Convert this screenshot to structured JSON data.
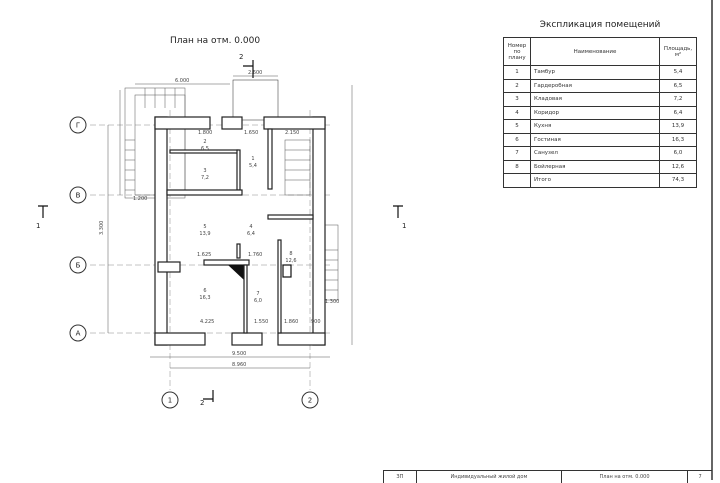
{
  "plan_title": "План на отм. 0.000",
  "section_mark": "2",
  "section_marks": [
    "1",
    "1",
    "2",
    "2"
  ],
  "axes": {
    "rows": [
      "Г",
      "В",
      "Б",
      "А"
    ],
    "cols": [
      "1",
      "2"
    ]
  },
  "dimensions": [
    "6.000",
    "2.600",
    "1.800",
    "1.650",
    "2.150",
    "1.200",
    "1.625",
    "1.760",
    "4.225",
    "1.550",
    "1.860",
    "900",
    "9.500",
    "8.960",
    "1.300",
    "3.300"
  ],
  "rooms": [
    {
      "num": "1",
      "area": "5,4"
    },
    {
      "num": "2",
      "area": "6,5"
    },
    {
      "num": "3",
      "area": "7,2"
    },
    {
      "num": "4",
      "area": "6,4"
    },
    {
      "num": "5",
      "area": "13,9"
    },
    {
      "num": "6",
      "area": "16,3"
    },
    {
      "num": "7",
      "area": "6,0"
    },
    {
      "num": "8",
      "area": "12,6"
    }
  ],
  "explication": {
    "title": "Экспликация помещений",
    "headers": [
      "Номер по плану",
      "Наименование",
      "Площадь, м²"
    ],
    "rows": [
      [
        "1",
        "Тамбур",
        "5,4"
      ],
      [
        "2",
        "Гардеробная",
        "6,5"
      ],
      [
        "3",
        "Кладовая",
        "7,2"
      ],
      [
        "4",
        "Коридор",
        "6,4"
      ],
      [
        "5",
        "Кухня",
        "13,9"
      ],
      [
        "6",
        "Гостиная",
        "16,3"
      ],
      [
        "7",
        "Санузел",
        "6,0"
      ],
      [
        "8",
        "Бойлерная",
        "12,6"
      ],
      [
        "",
        "Итого",
        "74,3"
      ]
    ]
  },
  "stamp": {
    "code": "ЗП",
    "project": "Индивидуальный жилой дом",
    "sheet_title": "План на отм. 0.000",
    "sheet": "7"
  }
}
